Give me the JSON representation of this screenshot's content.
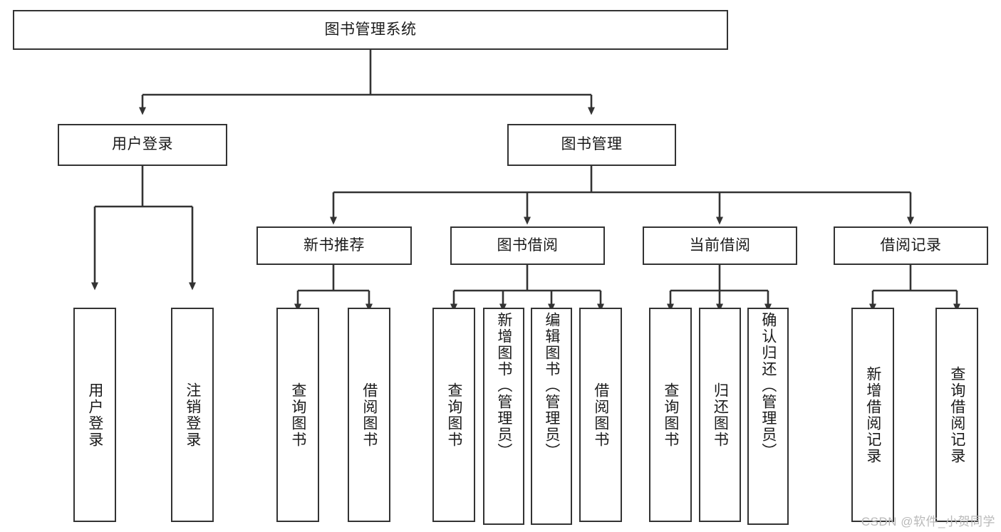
{
  "diagram": {
    "title": "图书管理系统",
    "type": "tree-hierarchy-diagram",
    "colors": {
      "background": "#ffffff",
      "box_border": "#333333",
      "box_fill": "#ffffff",
      "text": "#1a1a1a",
      "edge": "#333333",
      "watermark": "#b9b9b9"
    },
    "root": {
      "label": "图书管理系统"
    },
    "level2": [
      {
        "label": "用户登录"
      },
      {
        "label": "图书管理"
      }
    ],
    "level3": [
      {
        "label": "新书推荐"
      },
      {
        "label": "图书借阅"
      },
      {
        "label": "当前借阅"
      },
      {
        "label": "借阅记录"
      }
    ],
    "leaves": {
      "user_login": [
        {
          "label": "用户登录"
        },
        {
          "label": "注销登录"
        }
      ],
      "new_book_recommend": [
        {
          "label": "查询图书"
        },
        {
          "label": "借阅图书"
        }
      ],
      "book_borrow": [
        {
          "label": "查询图书"
        },
        {
          "label": "新增图书（管理员）"
        },
        {
          "label": "编辑图书（管理员）"
        },
        {
          "label": "借阅图书"
        }
      ],
      "current_borrow": [
        {
          "label": "查询图书"
        },
        {
          "label": "归还图书"
        },
        {
          "label": "确认归还（管理员）"
        }
      ],
      "borrow_record": [
        {
          "label": "新增借阅记录"
        },
        {
          "label": "查询借阅记录"
        }
      ]
    }
  },
  "watermark": {
    "text": "CSDN @软件_小贺同学"
  }
}
